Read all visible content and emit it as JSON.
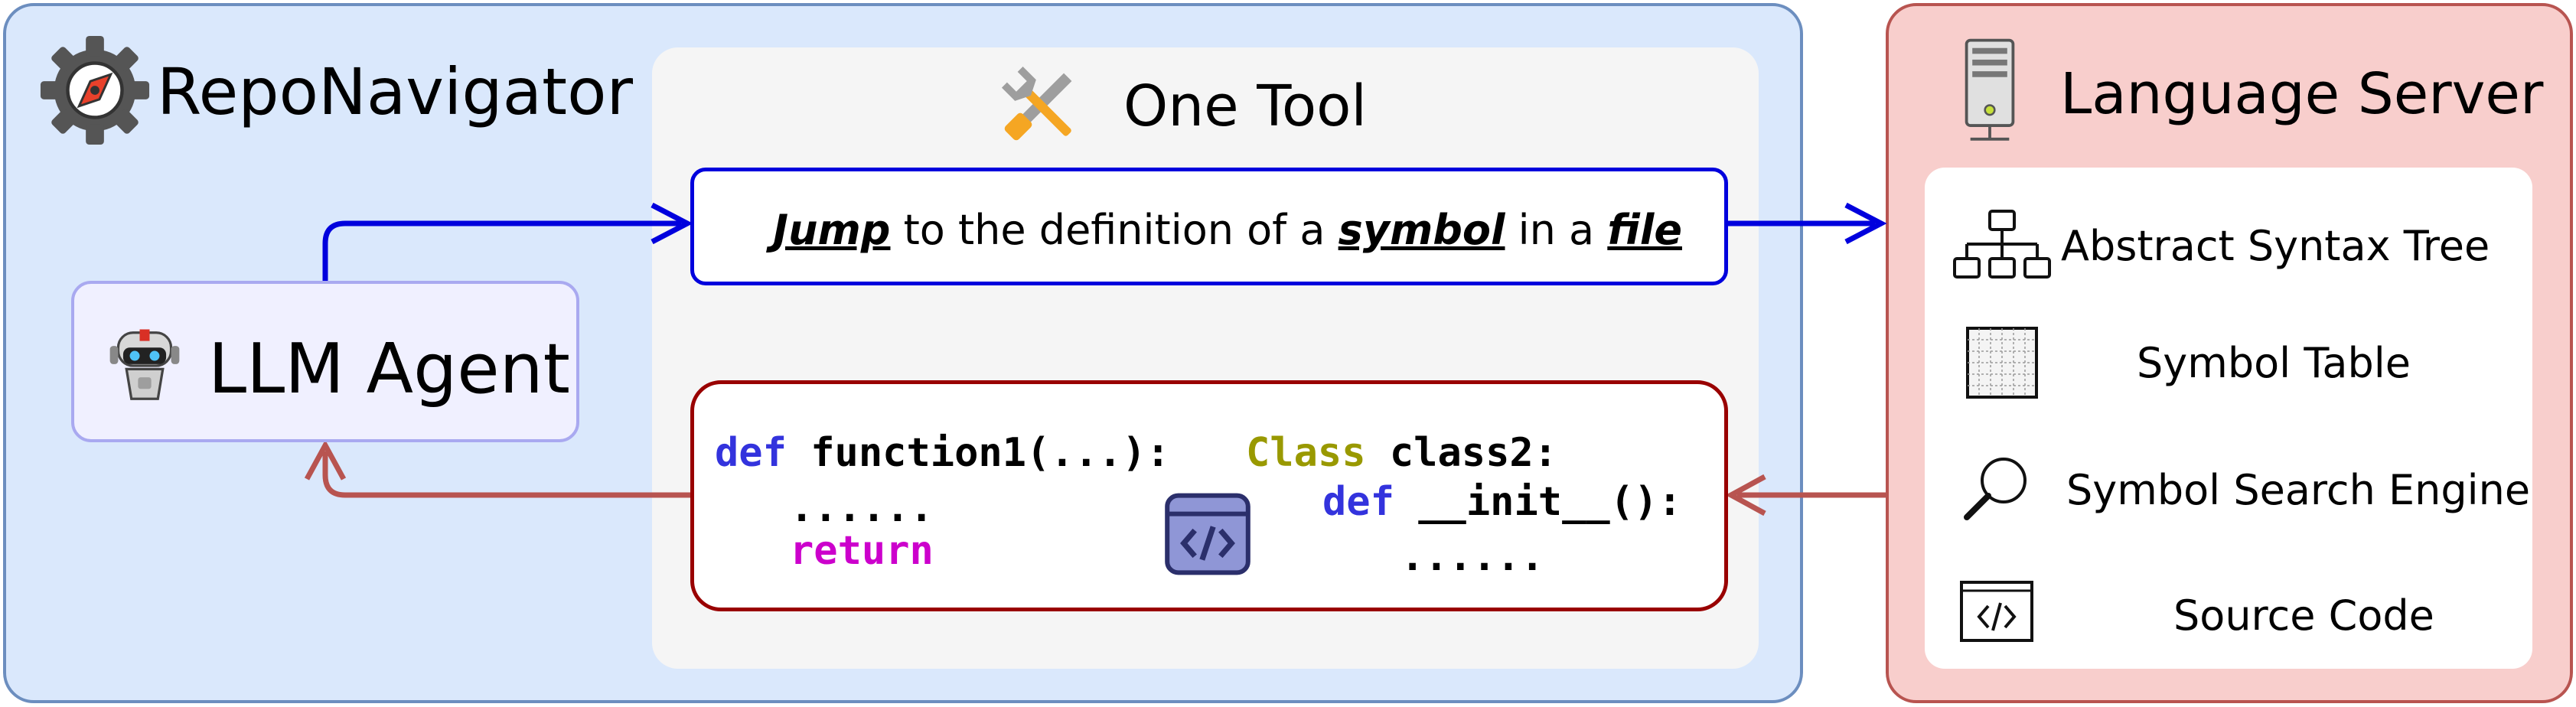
{
  "agent_panel": {
    "title": "RepoNavigator"
  },
  "agent": {
    "label": "LLM Agent"
  },
  "tool": {
    "title": "One Tool",
    "jump_word": "Jump",
    "jump_mid1": " to the definition of a ",
    "symbol_word": "symbol",
    "jump_mid2": " in a ",
    "file_word": "file"
  },
  "code": {
    "left_def": "def",
    "left_func": "function1(...):",
    "left_dots": "......",
    "left_return": "return",
    "right_class": "Class",
    "right_classname": "class2:",
    "right_def": "def",
    "right_init": "__init__():",
    "right_dots": "......"
  },
  "server": {
    "title": "Language Server",
    "items": [
      "Abstract Syntax Tree",
      "Symbol Table",
      "Symbol Search Engine",
      "Source Code"
    ]
  },
  "colors": {
    "call_arrow": "#0000dd",
    "return_arrow": "#b85450",
    "agent_panel_fill": "#dae8fc",
    "server_panel_fill": "#f8cecc"
  },
  "icons": [
    "gear-compass-icon",
    "tools-icon",
    "robot-icon",
    "server-icon",
    "tree-icon",
    "grid-table-icon",
    "magnifier-icon",
    "code-window-icon",
    "code-tag-icon"
  ]
}
